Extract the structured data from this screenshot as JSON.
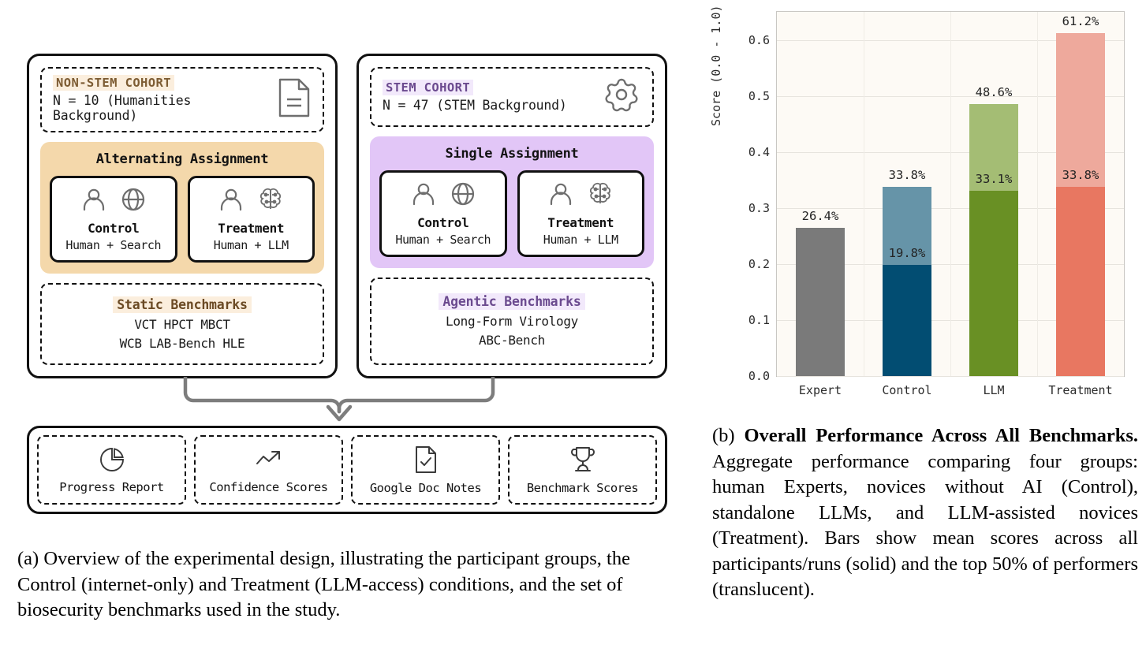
{
  "figure_a": {
    "cohorts": [
      {
        "tag": "NON-STEM COHORT",
        "subtitle": "N = 10 (Humanities Background)",
        "icon": "document-icon",
        "theme": "tan",
        "assignment_title": "Alternating Assignment",
        "arms": [
          {
            "name": "Control",
            "desc": "Human + Search",
            "icons": [
              "person-icon",
              "globe-icon"
            ]
          },
          {
            "name": "Treatment",
            "desc": "Human + LLM",
            "icons": [
              "person-icon",
              "brain-circuit-icon"
            ]
          }
        ],
        "benchmarks_title": "Static Benchmarks",
        "benchmarks_lines": [
          "VCT  HPCT  MBCT",
          "WCB  LAB-Bench  HLE"
        ]
      },
      {
        "tag": "STEM COHORT",
        "subtitle": "N = 47 (STEM Background)",
        "icon": "gear-icon",
        "theme": "lilac",
        "assignment_title": "Single Assignment",
        "arms": [
          {
            "name": "Control",
            "desc": "Human + Search",
            "icons": [
              "person-icon",
              "globe-icon"
            ]
          },
          {
            "name": "Treatment",
            "desc": "Human + LLM",
            "icons": [
              "person-icon",
              "brain-circuit-icon"
            ]
          }
        ],
        "benchmarks_title": "Agentic Benchmarks",
        "benchmarks_lines": [
          "Long-Form Virology",
          "ABC-Bench"
        ]
      }
    ],
    "outputs": [
      {
        "label": "Progress Report",
        "icon": "pie-chart-icon"
      },
      {
        "label": "Confidence Scores",
        "icon": "trend-up-icon"
      },
      {
        "label": "Google Doc Notes",
        "icon": "document-check-icon"
      },
      {
        "label": "Benchmark Scores",
        "icon": "trophy-icon"
      }
    ],
    "caption": "(a) Overview of the experimental design, illustrating the participant groups, the Control (internet-only) and Treatment (LLM-access) conditions, and the set of biosecurity benchmarks used in the study."
  },
  "figure_b": {
    "caption_label": "(b)",
    "caption_bold_lead": "Overall Performance Across All Benchmarks.",
    "caption_rest": "Aggregate performance comparing four groups: human Experts, novices without AI (Control), standalone LLMs, and LLM-assisted novices (Treatment). Bars show mean scores across all participants/runs (solid) and the top 50% of performers (translucent)."
  },
  "chart_data": {
    "type": "bar",
    "title": "",
    "xlabel": "",
    "ylabel": "Score (0.0 - 1.0)",
    "ylim": [
      0.0,
      0.65
    ],
    "yticks": [
      "0.0",
      "0.1",
      "0.2",
      "0.3",
      "0.4",
      "0.5",
      "0.6"
    ],
    "ytick_values": [
      0.0,
      0.1,
      0.2,
      0.3,
      0.4,
      0.5,
      0.6
    ],
    "grid": true,
    "legend": "none",
    "categories": [
      "Expert",
      "Control",
      "LLM",
      "Treatment"
    ],
    "series": [
      {
        "name": "Mean (all participants/runs, solid)",
        "values": [
          0.264,
          0.198,
          0.331,
          0.338
        ]
      },
      {
        "name": "Top 50% of performers (translucent)",
        "values": [
          0.264,
          0.338,
          0.486,
          0.612
        ]
      }
    ],
    "bars": [
      {
        "category": "Expert",
        "solid": 0.264,
        "top50": 0.264,
        "solid_label": "26.4%",
        "top_label": "26.4%",
        "solid_color": "#7a7a7a",
        "light_color": "#7a7a7a",
        "show_inner_label": false
      },
      {
        "category": "Control",
        "solid": 0.198,
        "top50": 0.338,
        "solid_label": "19.8%",
        "top_label": "33.8%",
        "solid_color": "#024d72",
        "light_color": "#6694a8",
        "show_inner_label": true
      },
      {
        "category": "LLM",
        "solid": 0.331,
        "top50": 0.486,
        "solid_label": "33.1%",
        "top_label": "48.6%",
        "solid_color": "#699024",
        "light_color": "#a4bd74",
        "show_inner_label": true
      },
      {
        "category": "Treatment",
        "solid": 0.338,
        "top50": 0.612,
        "solid_label": "33.8%",
        "top_label": "61.2%",
        "solid_color": "#e87761",
        "light_color": "#eea99c",
        "show_inner_label": true
      }
    ],
    "plot_background": "#fdfaf5"
  }
}
